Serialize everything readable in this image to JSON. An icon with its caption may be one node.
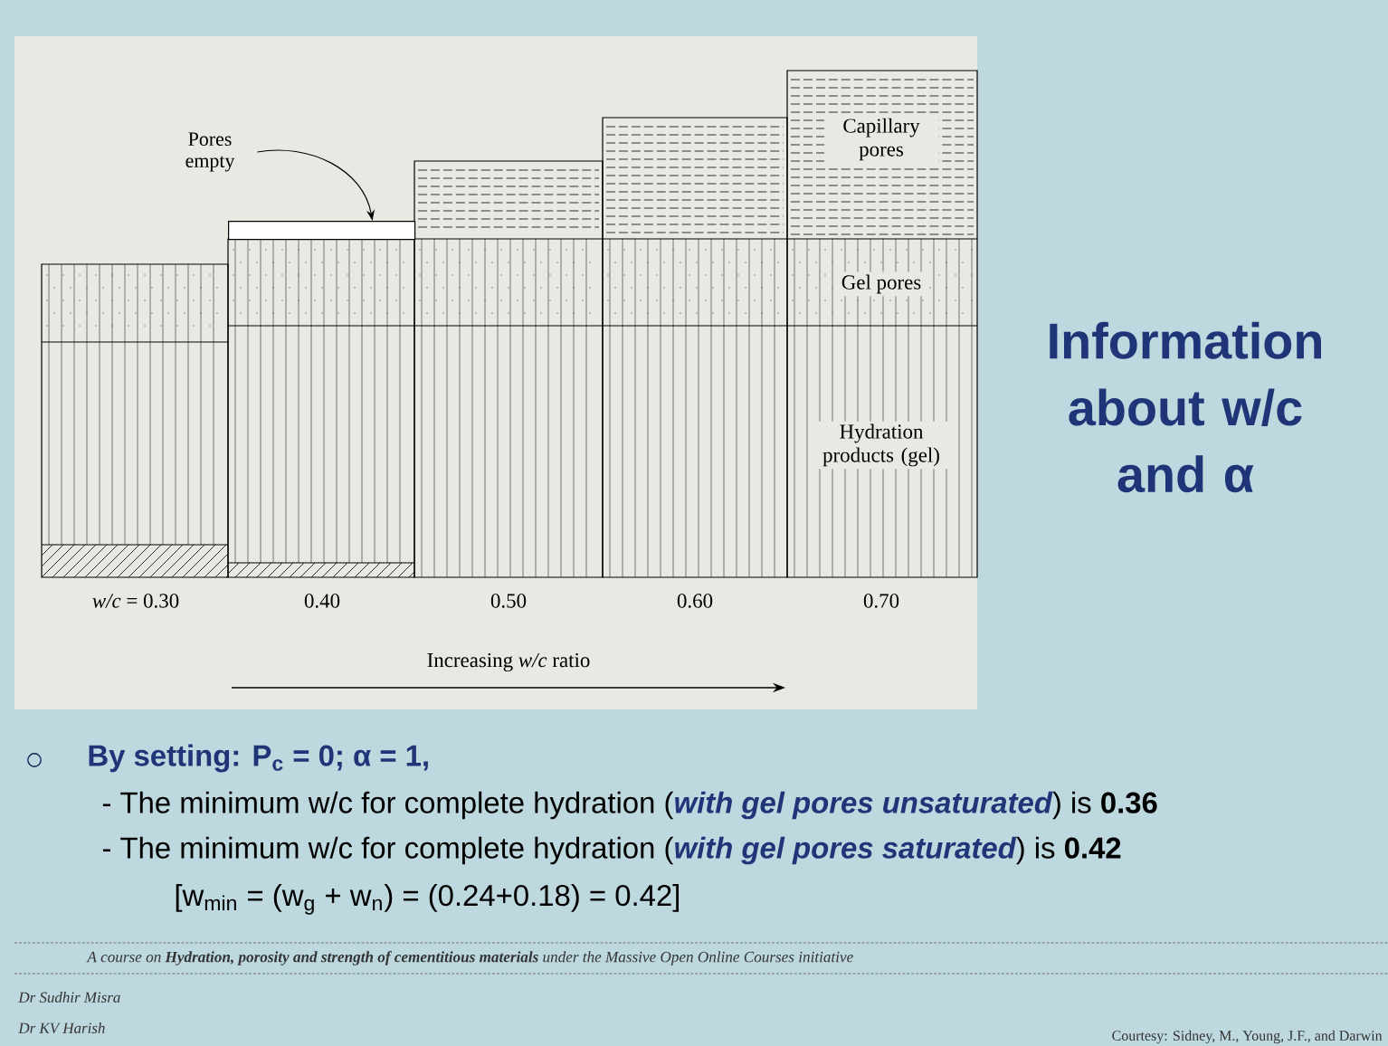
{
  "diagram": {
    "title": "Information about w/c and α",
    "nodes": [
      {
        "text": [
          "Pores empty"
        ]
      },
      {
        "text": [],
        "shape": "box"
      }
    ],
    "edges": [
      {
        "from": 0,
        "to": 1,
        "arrow": "to"
      }
    ],
    "labels": [
      "*w/c* = 0.30",
      "0.40",
      "0.50",
      "0.60",
      "0.70",
      "Capillary pores",
      "Gel pores",
      "Hydration products (gel)",
      "Increasing *w/c* ratio",
      "By setting: P$_{c}$ = 0; α = 1,",
      "- The minimum  w/c for complete hydration (*with gel pores unsaturated*) is **0.36**",
      "- The minimum  w/c for complete hydration (*with gel pores saturated*) is **0.42**",
      "[w$_{min}$ = (w$_{g}$ + w$_{n}$) = (0.24+0.18) = 0.42]",
      "A course on **Hydration, porosity and strength of cementitious materials** under the Massive Open Online Courses initiative",
      "Dr Sudhir Misra",
      "Dr KV Harish",
      "Courtesy: Sidney, M., Young, J.F., and Darwin"
    ]
  }
}
